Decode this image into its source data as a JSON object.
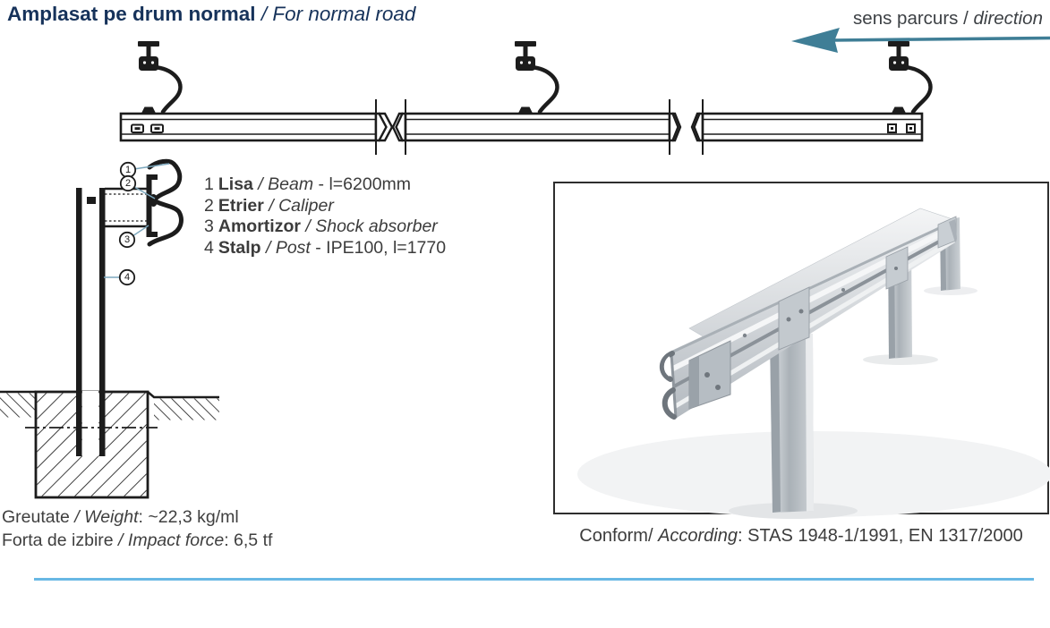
{
  "header": {
    "title_ro": "Amplasat pe drum normal",
    "title_sep": " / ",
    "title_en": "For normal road"
  },
  "direction": {
    "label_ro": "sens parcurs",
    "sep": " / ",
    "label_en": "direction"
  },
  "legend": {
    "items": [
      {
        "num": "1",
        "name_ro": "Lisa",
        "sep": " / ",
        "name_en": "Beam",
        "suffix": " - l=6200mm"
      },
      {
        "num": "2",
        "name_ro": "Etrier",
        "sep": " / ",
        "name_en": "Caliper",
        "suffix": ""
      },
      {
        "num": "3",
        "name_ro": "Amortizor",
        "sep": " / ",
        "name_en": "Shock absorber",
        "suffix": ""
      },
      {
        "num": "4",
        "name_ro": "Stalp",
        "sep": " / ",
        "name_en": "Post",
        "suffix": " - IPE100, l=1770"
      }
    ]
  },
  "callouts": {
    "c1": "1",
    "c2": "2",
    "c3": "3",
    "c4": "4"
  },
  "specs": {
    "weight": {
      "ro": "Greutate",
      "sep": " / ",
      "en": "Weight",
      "value": ": ~22,3 kg/ml"
    },
    "impact": {
      "ro": "Forta de izbire",
      "sep": " / ",
      "en": "Impact force",
      "value": ": 6,5 tf"
    }
  },
  "conformity": {
    "ro": "Conform/",
    "sep": " ",
    "en": "According",
    "value": ": STAS 1948-1/1991, EN 1317/2000"
  },
  "colors": {
    "title_navy": "#16325a",
    "arrow_teal": "#3f7e96",
    "rule_blue": "#68b8e4",
    "leader_blue": "#7ba7bd",
    "drawing_ink": "#1c1c1c",
    "text_gray": "#3c3c3c"
  }
}
